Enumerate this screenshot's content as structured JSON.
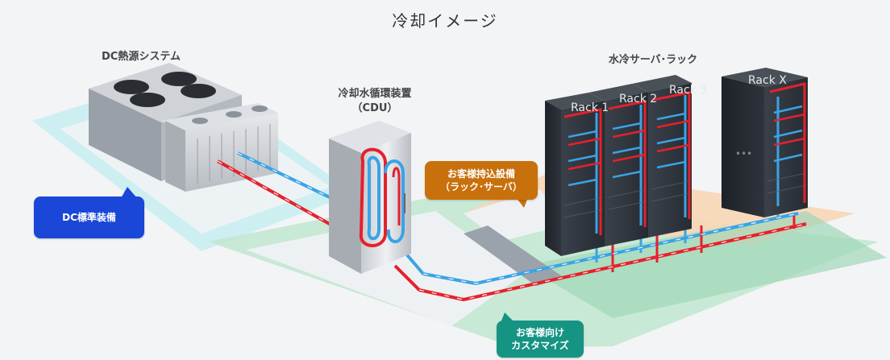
{
  "title": "冷却イメージ",
  "labels": {
    "dc_heat_source": "DC熱源システム",
    "cdu_line1": "冷却水循環装置",
    "cdu_line2": "（CDU）",
    "water_cooled_racks": "水冷サーバ･ラック"
  },
  "callouts": {
    "dc_standard": "DC標準装備",
    "customer_owned_line1": "お客様持込設備",
    "customer_owned_line2": "（ラック･サーバ）",
    "customer_custom_line1": "お客様向け",
    "customer_custom_line2": "カスタマイズ"
  },
  "racks": [
    "Rack 1",
    "Rack 2",
    "Rack 3",
    "Rack X"
  ],
  "ellipsis": "•••",
  "colors": {
    "dc_standard": "#1a47d8",
    "customer_owned": "#c8700c",
    "customer_custom": "#169483",
    "hot_pipe": "#e5212b",
    "cold_pipe": "#3aa3e6",
    "zone_cyan": "#c9eef2",
    "zone_green": "#bfe6cf",
    "zone_orange": "#f7d6b6"
  }
}
